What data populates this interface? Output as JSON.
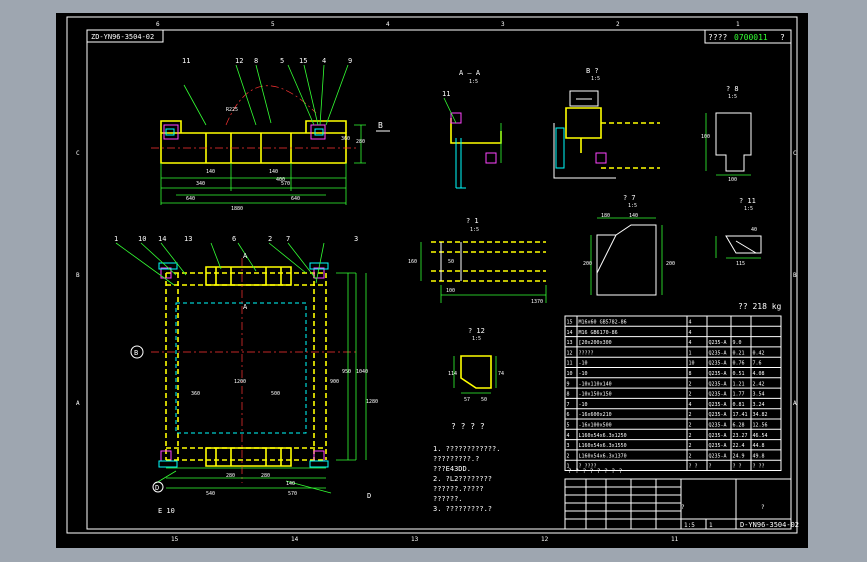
{
  "drawing": {
    "title_top_left": "ZD-YN96-3504-02",
    "title_top_right_prefix": "????",
    "title_top_right_code": "0700011",
    "title_top_right_suffix": "?",
    "drawing_number": "D-YN96-3504-02",
    "grid_top": [
      "6",
      "5",
      "4",
      "3",
      "2",
      "1"
    ],
    "grid_bottom": [
      "15",
      "14",
      "13",
      "12",
      "11"
    ],
    "grid_left": [
      "C",
      "B",
      "A"
    ],
    "grid_right": [
      "C",
      "B",
      "A"
    ]
  },
  "elevation_view": {
    "balloons": [
      "11",
      "12",
      "8",
      "5",
      "15",
      "4",
      "9"
    ],
    "dims": [
      "340",
      "640",
      "1880",
      "570",
      "640",
      "140",
      "140",
      "400",
      "280",
      "360",
      "R225"
    ],
    "section_marker": "B"
  },
  "plan_view": {
    "balloons": [
      "1",
      "10",
      "14",
      "13",
      "6",
      "2",
      "7",
      "3"
    ],
    "dims": [
      "540",
      "280",
      "280",
      "570",
      "950",
      "1040",
      "360",
      "500",
      "1200",
      "1280",
      "900",
      "140"
    ],
    "section_marker_top": "A",
    "section_marker_bottom": "A",
    "marker_left": "B",
    "marker_bl": "D",
    "marker_br": "D",
    "label_bl": "E 10"
  },
  "detail_views": {
    "section_aa": {
      "title": "A — A",
      "scale": "1:5",
      "balloon": "11"
    },
    "section_b": {
      "title": "B ?",
      "scale": "1:5"
    },
    "detail_8": {
      "title": "? 8",
      "scale": "1:5",
      "dims": [
        "100",
        "100"
      ]
    },
    "detail_1": {
      "title": "? 1",
      "scale": "1:5",
      "dims": [
        "160",
        "50",
        "100",
        "1370"
      ]
    },
    "detail_7": {
      "title": "? 7",
      "scale": "1:5",
      "dims": [
        "180",
        "140",
        "200",
        "200"
      ]
    },
    "detail_11": {
      "title": "? 11",
      "scale": "1:5",
      "dims": [
        "40",
        "115"
      ]
    },
    "detail_12": {
      "title": "? 12",
      "scale": "1:5",
      "dims": [
        "114",
        "74",
        "57",
        "50"
      ]
    }
  },
  "weight_text": "?? 218 kg",
  "notes": {
    "heading": "? ? ? ?",
    "lines": [
      "1. ????????????.",
      "   ?????????.?",
      "   ???E43DD.",
      "2. ?L2????????",
      "   ??????.?????",
      "   ??????.",
      "3. ?????????.?"
    ]
  },
  "bom": {
    "rows": [
      [
        "15",
        "M16x60 GB5782-86",
        "4",
        "",
        "",
        ""
      ],
      [
        "14",
        "M16 GB6170-86",
        "4",
        "",
        "",
        ""
      ],
      [
        "13",
        "[20x200x300",
        "4",
        "Q235-A",
        "9.0",
        ""
      ],
      [
        "12",
        "?????",
        "1",
        "Q235-A",
        "0.21",
        "0.42"
      ],
      [
        "11",
        "-10",
        "10",
        "Q235-A",
        "0.76",
        "7.6"
      ],
      [
        "10",
        "-10",
        "8",
        "Q235-A",
        "0.51",
        "4.08"
      ],
      [
        "9",
        "-10x110x140",
        "2",
        "Q235-A",
        "1.21",
        "2.42"
      ],
      [
        "8",
        "-10x150x150",
        "2",
        "Q235-A",
        "1.77",
        "3.54"
      ],
      [
        "7",
        "-10",
        "4",
        "Q235-A",
        "0.81",
        "3.24"
      ],
      [
        "6",
        "-16x600x210",
        "2",
        "Q235-A",
        "17.41",
        "34.82"
      ],
      [
        "5",
        "-16x100x500",
        "2",
        "Q235-A",
        "6.28",
        "12.56"
      ],
      [
        "4",
        "L160x54x6.3x1250",
        "2",
        "Q235-A",
        "23.27",
        "46.54"
      ],
      [
        "3",
        "L160x54x6.3x1550",
        "2",
        "Q235-A",
        "22.4",
        "44.8"
      ],
      [
        "2",
        "L160x54x6.3x1370",
        "2",
        "Q235-A",
        "24.9",
        "49.8"
      ],
      [
        "1",
        "? ????",
        "? ?",
        "?",
        "? ?",
        "? ??"
      ]
    ],
    "title_row": "? ? ? ? ? ? ? ?"
  },
  "title_block": {
    "scale": "1:5",
    "sheet": "1",
    "label_a": "?",
    "label_b": "?"
  }
}
